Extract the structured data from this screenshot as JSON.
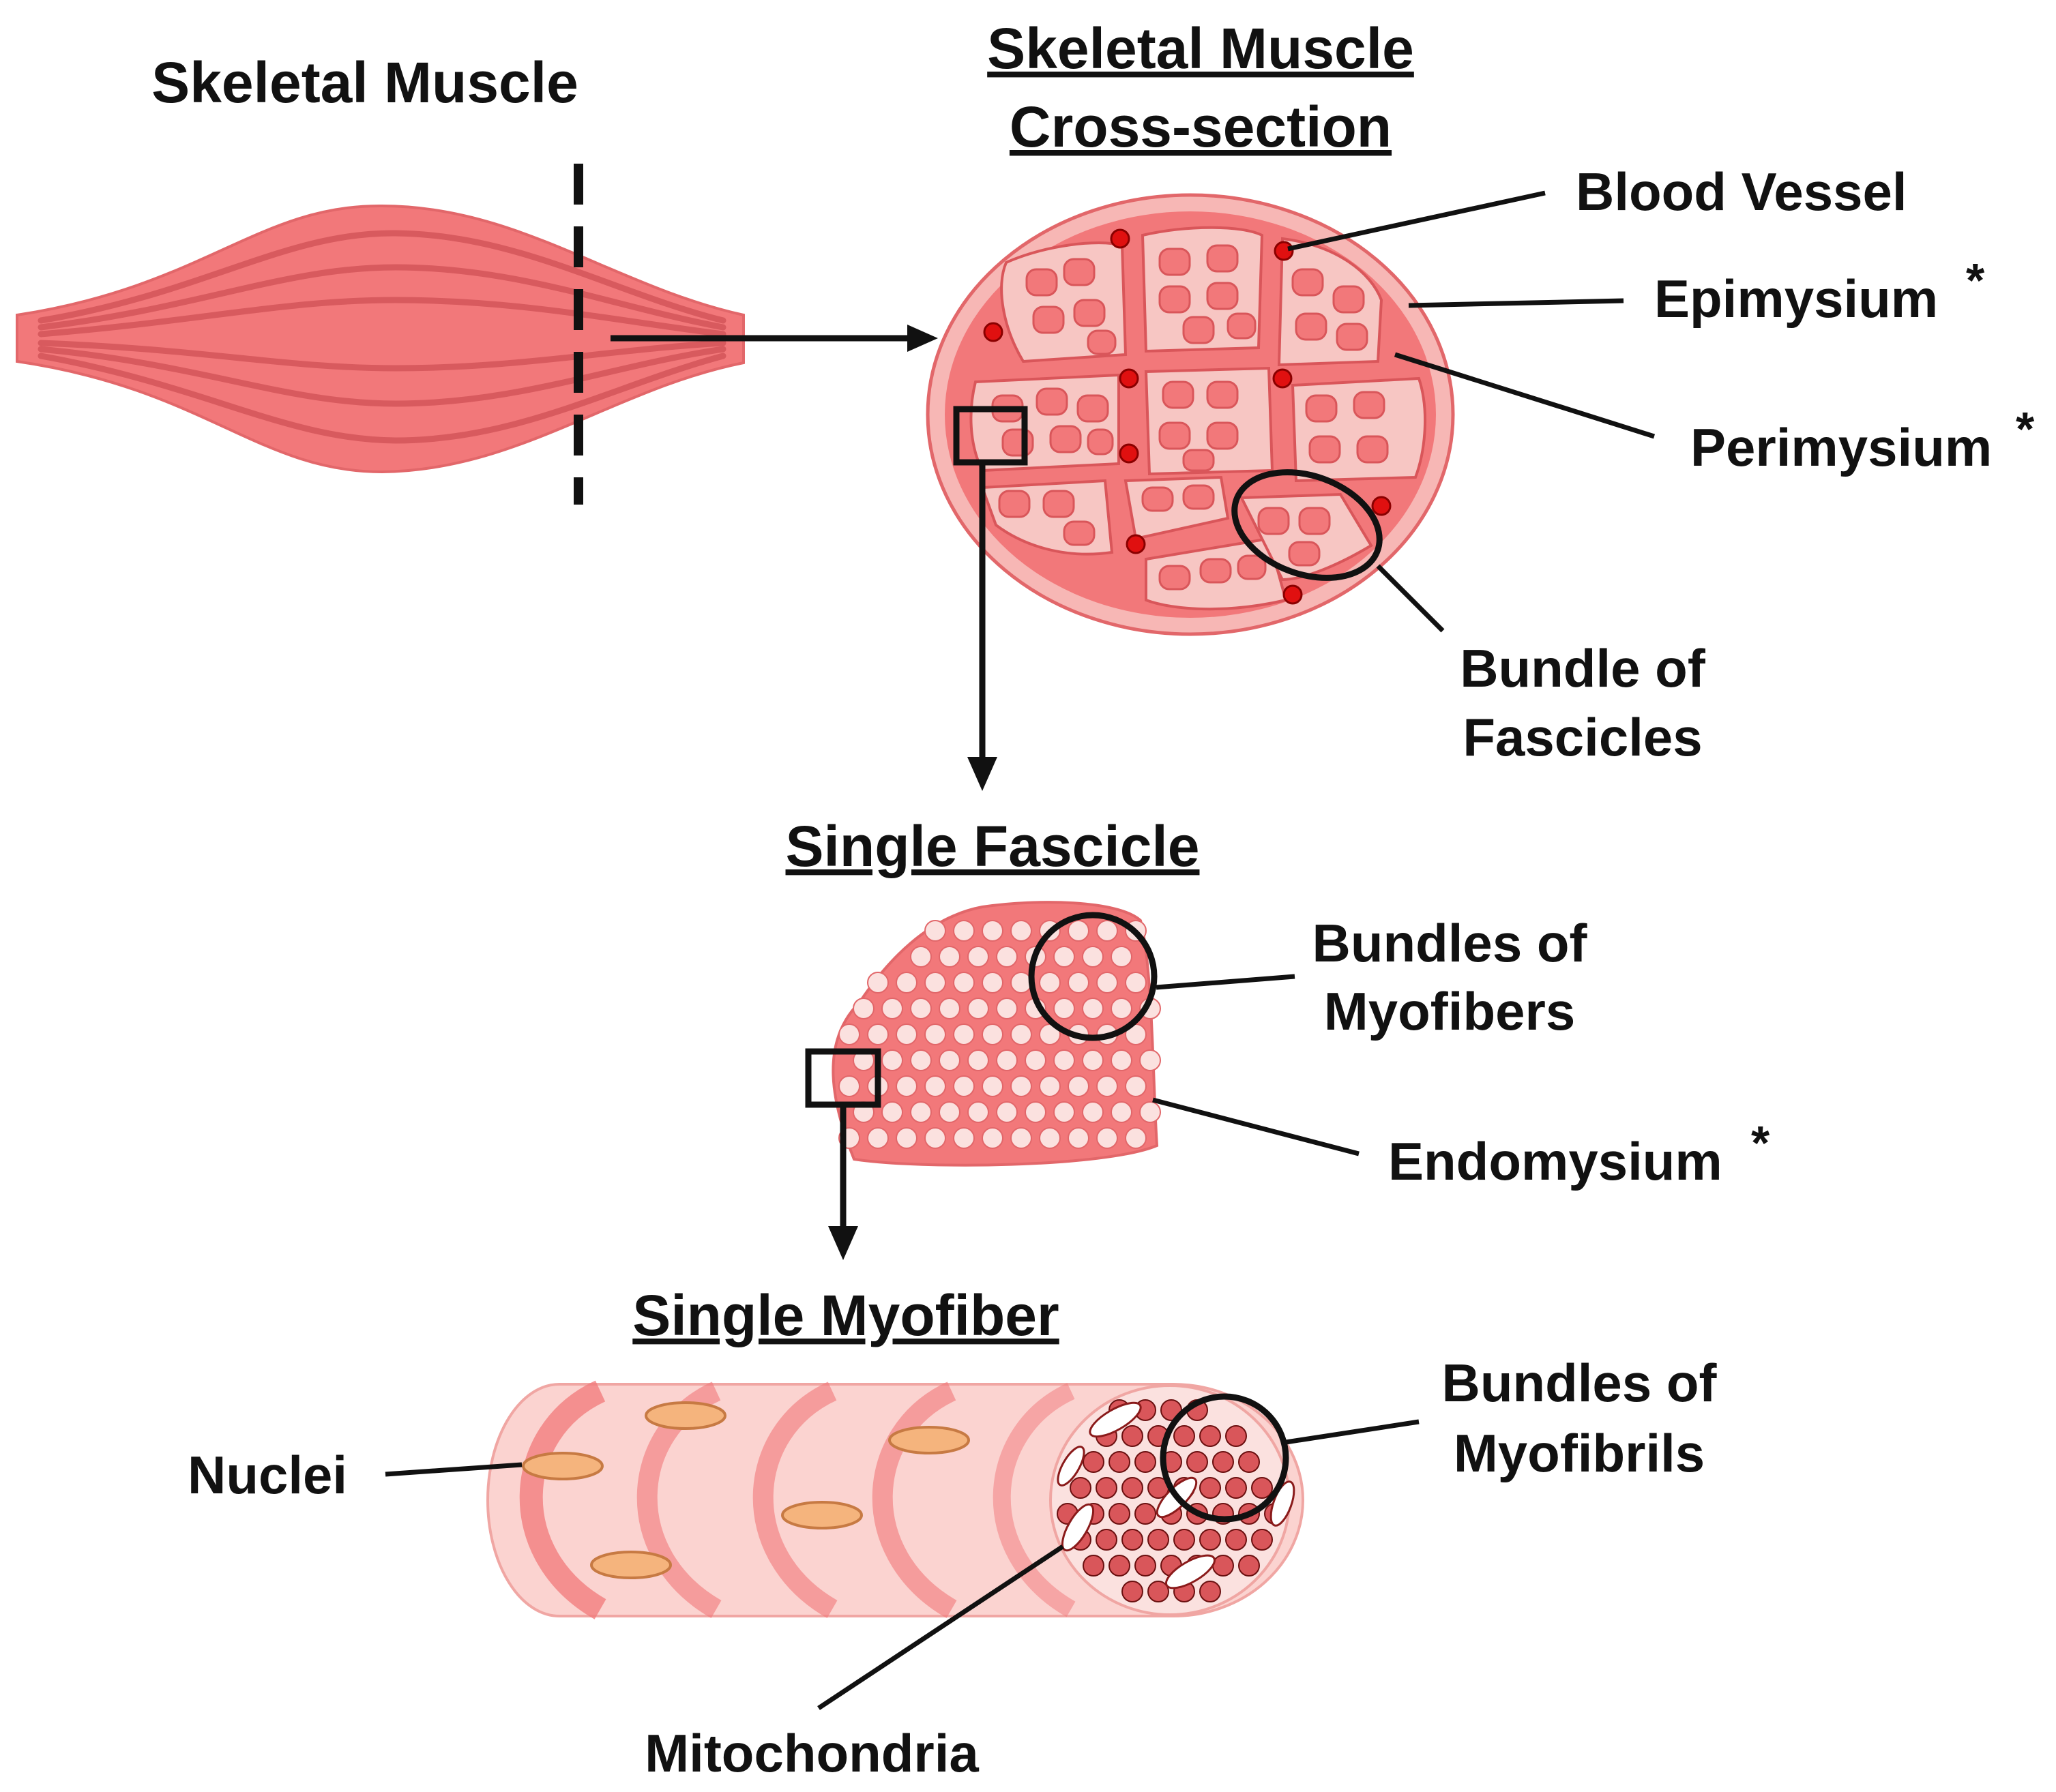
{
  "titles": {
    "skeletal_muscle": "Skeletal Muscle",
    "cross_section_line1": "Skeletal Muscle",
    "cross_section_line2": "Cross-section",
    "single_fascicle": "Single Fascicle",
    "single_myofiber": "Single Myofiber"
  },
  "labels": {
    "blood_vessel": "Blood Vessel",
    "epimysium": "Epimysium",
    "perimysium": "Perimysium",
    "bundle_of_fascicles_line1": "Bundle of",
    "bundle_of_fascicles_line2": "Fascicles",
    "bundles_of_myofibers_line1": "Bundles of",
    "bundles_of_myofibers_line2": "Myofibers",
    "endomysium": "Endomysium",
    "nuclei": "Nuclei",
    "bundles_of_myofibrils_line1": "Bundles of",
    "bundles_of_myofibrils_line2": "Myofibrils",
    "mitochondria": "Mitochondria",
    "asterisk": "*"
  },
  "colors": {
    "muscle_red": "#f2787a",
    "muscle_dark": "#d9565a",
    "muscle_light": "#f7b7b5",
    "muscle_pale": "#fbd3d0",
    "blood_vessel": "#e01010",
    "nucleus": "#f5b47d",
    "outline": "#000000"
  }
}
